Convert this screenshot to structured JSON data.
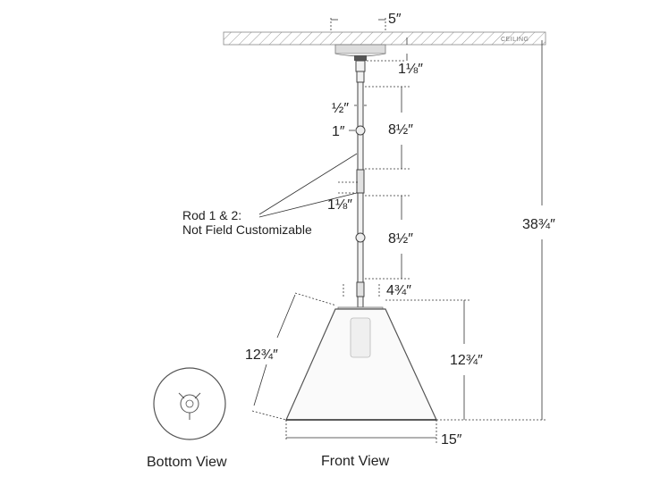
{
  "ceiling": {
    "label": "CEILING"
  },
  "dimensions": {
    "canopy_width": "5″",
    "canopy_height": "1⅛″",
    "rod_diameter": "½″",
    "ball_diameter": "1″",
    "rod1_length": "8½″",
    "coupler_height": "1⅛″",
    "rod2_length": "8½″",
    "socket_top_width": "4¾″",
    "overall_height": "38¾″",
    "shade_height": "12¾″",
    "shade_slant": "12¾″",
    "shade_bottom_width": "15″"
  },
  "note": {
    "line1": "Rod 1 & 2:",
    "line2": "Not Field Customizable"
  },
  "captions": {
    "bottom_view": "Bottom View",
    "front_view": "Front View"
  }
}
